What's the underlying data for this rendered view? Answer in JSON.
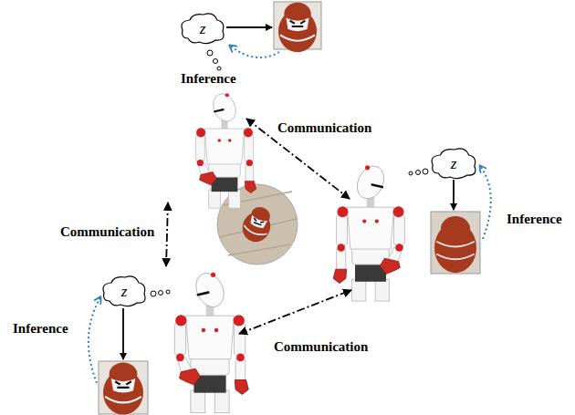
{
  "diagram": {
    "nodes": [
      {
        "text": [
          "z"
        ]
      },
      {
        "text": [
          "z"
        ]
      },
      {
        "text": [
          "z"
        ]
      }
    ],
    "labels": [
      "Inference",
      "Communication",
      "Communication",
      "Inference",
      "Inference",
      "Communication"
    ]
  }
}
